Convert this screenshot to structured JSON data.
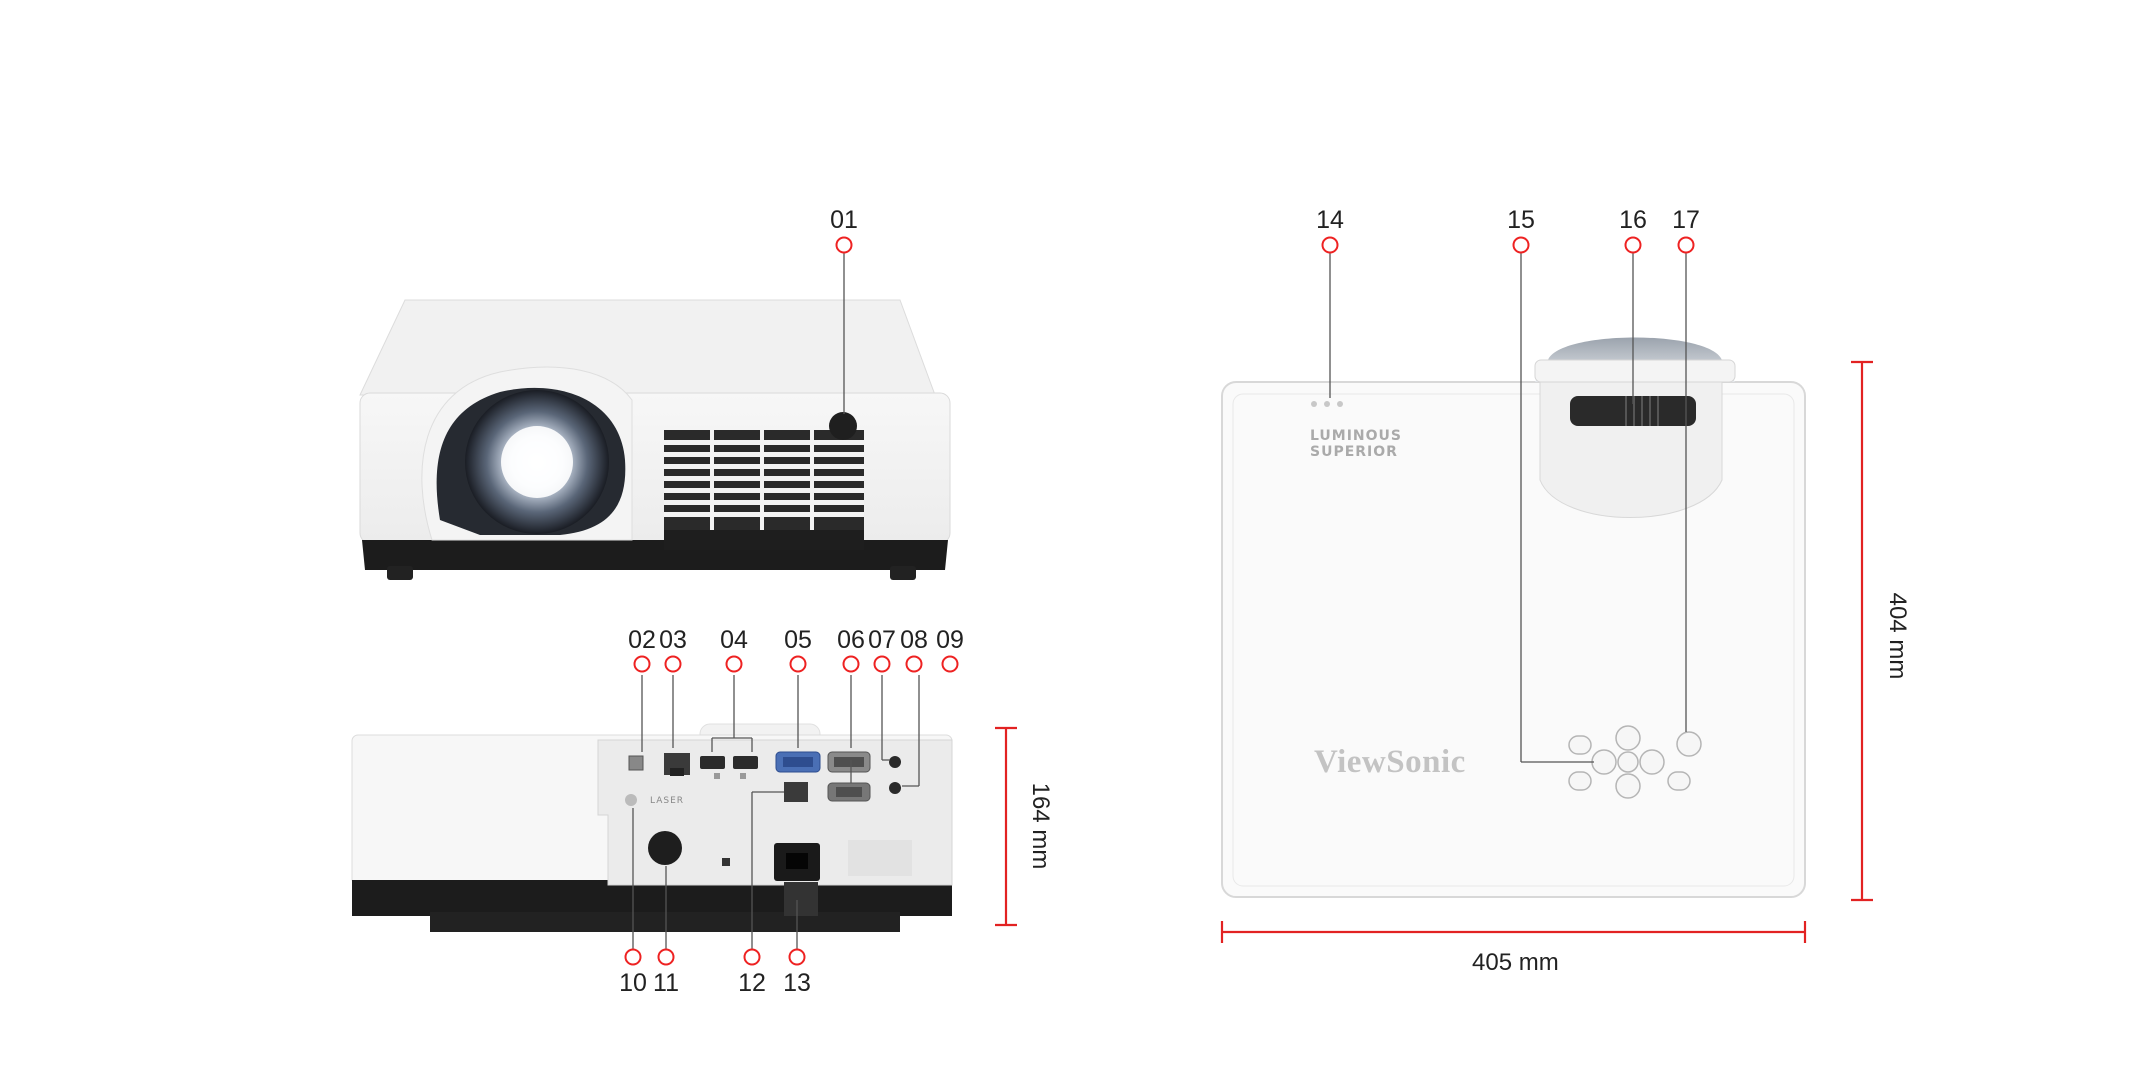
{
  "callouts": {
    "c01": "01",
    "c02": "02",
    "c03": "03",
    "c04": "04",
    "c05": "05",
    "c06": "06",
    "c07": "07",
    "c08": "08",
    "c09": "09",
    "c10": "10",
    "c11": "11",
    "c12": "12",
    "c13": "13",
    "c14": "14",
    "c15": "15",
    "c16": "16",
    "c17": "17"
  },
  "dimensions": {
    "height": "164 mm",
    "width": "405 mm",
    "depth": "404 mm"
  },
  "branding": {
    "logo": "ViewSonic",
    "luminous_line1": "LUMINOUS",
    "luminous_line2": "SUPERIOR",
    "laser": "LASER"
  },
  "colors": {
    "callout": "#e22222",
    "body": "#ffffff",
    "base": "#1c1c1c"
  }
}
